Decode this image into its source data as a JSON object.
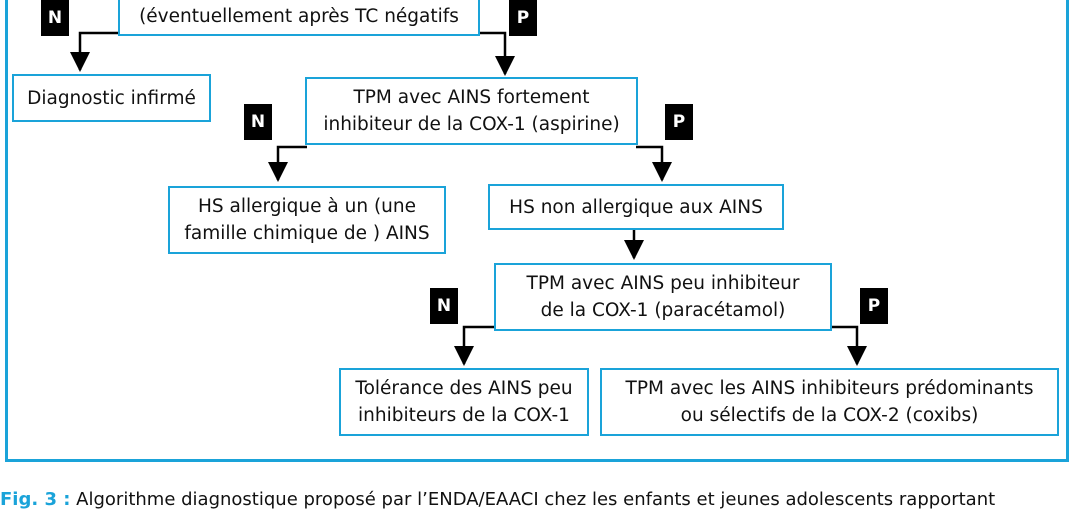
{
  "diagram": {
    "top_box": "(éventuellement après TC négatifs",
    "tag_n": "N",
    "tag_p": "P",
    "diag_infirme": "Diagnostic infirmé",
    "tpm_aspirine": "TPM avec AINS fortement\ninhibiteur de la COX-1 (aspirine)",
    "hs_allergique": "HS allergique à un (une\nfamille chimique de ) AINS",
    "hs_non_allergique": "HS non allergique aux AINS",
    "tpm_paracetamol": "TPM avec AINS peu inhibiteur\nde la COX-1 (paracétamol)",
    "tolerance": "Tolérance des AINS peu\ninhibiteurs de la COX-1",
    "tpm_coxibs": "TPM avec les AINS inhibiteurs prédominants\nou sélectifs de la COX-2 (coxibs)"
  },
  "caption": {
    "label": "Fig. 3 :",
    "text": " Algorithme diagnostique proposé par l’ENDA/EAACI chez les enfants et jeunes adolescents rapportant"
  },
  "colors": {
    "accent": "#1aa3d9",
    "tag_bg": "#000000"
  }
}
